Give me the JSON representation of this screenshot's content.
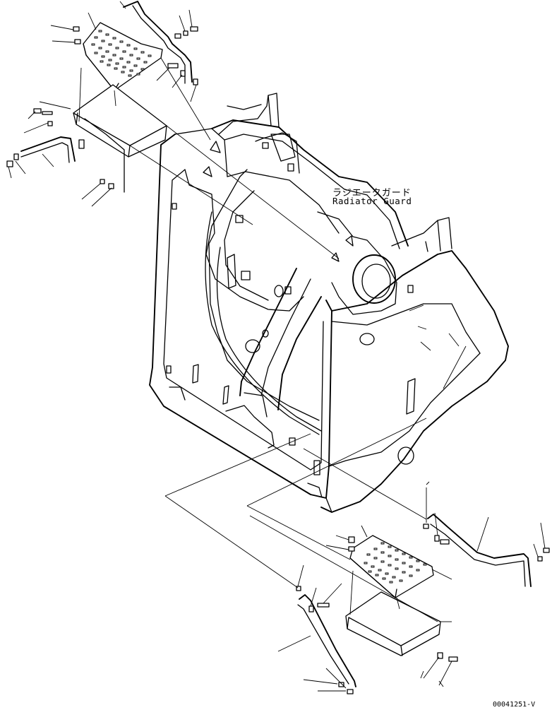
{
  "labels": {
    "jp": "ラジエータガード",
    "en": "Radiator Guard",
    "drawing_no": "00041251-V"
  }
}
